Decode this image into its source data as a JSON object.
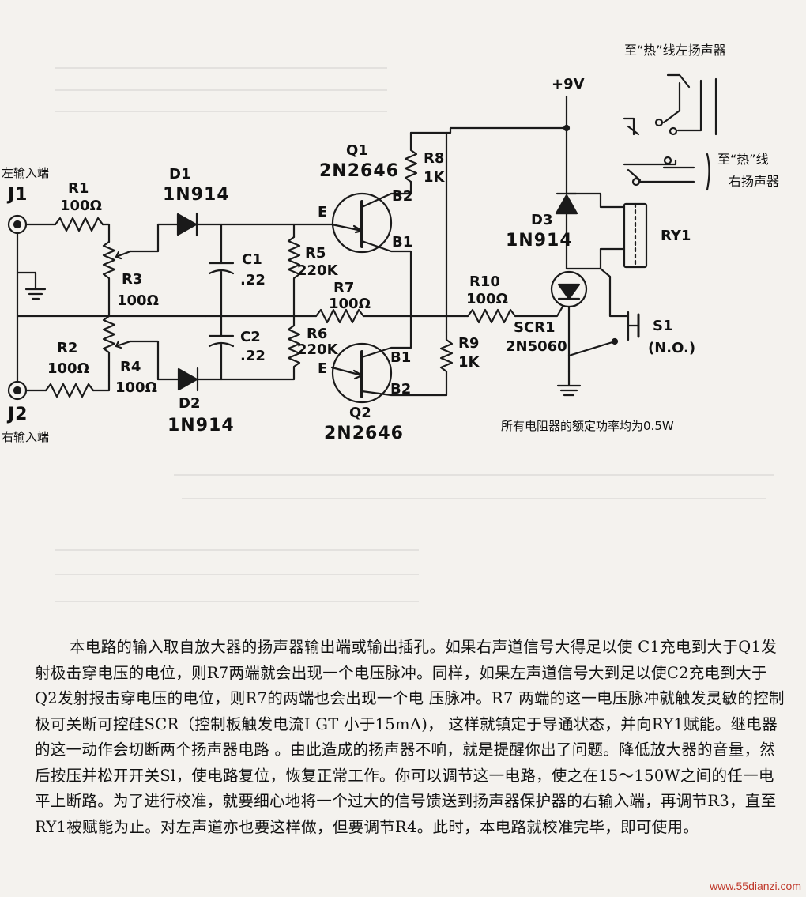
{
  "labels": {
    "left_input": "左输入端",
    "right_input": "右输入端",
    "to_left_speaker": "至“热”线左扬声器",
    "to_right_speaker_a": "至“热”线",
    "to_right_speaker_b": "右扬声器",
    "supply": "+9V",
    "rating_note": "所有电阻器的额定功率均为0.5W"
  },
  "components": {
    "J1": "J1",
    "J2": "J2",
    "R1": "R1",
    "R1_val": "100Ω",
    "R2": "R2",
    "R2_val": "100Ω",
    "R3": "R3",
    "R3_val": "100Ω",
    "R4": "R4",
    "R4_val": "100Ω",
    "D1": "D1",
    "D1_val": "1N914",
    "D2": "D2",
    "D2_val": "1N914",
    "D3": "D3",
    "D3_val": "1N914",
    "C1": "C1",
    "C1_val": ".22",
    "C2": "C2",
    "C2_val": ".22",
    "Q1": "Q1",
    "Q1_val": "2N2646",
    "Q2": "Q2",
    "Q2_val": "2N2646",
    "R5": "R5",
    "R5_val": "220K",
    "R6": "R6",
    "R6_val": "220K",
    "R7": "R7",
    "R7_val": "100Ω",
    "R8": "R8",
    "R8_val": "1K",
    "R9": "R9",
    "R9_val": "1K",
    "R10": "R10",
    "R10_val": "100Ω",
    "SCR1": "SCR1",
    "SCR1_val": "2N5060",
    "RY1": "RY1",
    "S1": "S1",
    "S1_note": "(N.O.)",
    "E": "E",
    "B1": "B1",
    "B2": "B2"
  },
  "body_text": "本电路的输入取自放大器的扬声器输出端或输出插孔。如果右声道信号大得足以使 C1充电到大于Q1发射极击穿电压的电位，则R7两端就会出现一个电压脉冲。同样，如果左声道信号大到足以使C2充电到大于Q2发射报击穿电压的电位，则R7的两端也会出现一个电 压脉冲。R7 两端的这一电压脉冲就触发灵敏的控制极可关断可控硅SCR（控制板触发电流I GT 小于15mA)， 这样就镇定于导通状态，并向RY1赋能。继电器的这一动作会切断两个扬声器电路 。由此造成的扬声器不响，就是提醒你出了问题。降低放大器的音量，然后按压并松开开关Sl，使电路复位，恢复正常工作。你可以调节这一电路，使之在15～150W之间的任一电平上断路。为了进行校准，就要细心地将一个过大的信号馈送到扬声器保护器的右输入端，再调节R3，直至RY1被赋能为止。对左声道亦也要这样做，但要调节R4。此时，本电路就校准完毕，即可使用。",
  "watermark": "www.55dianzi.com"
}
